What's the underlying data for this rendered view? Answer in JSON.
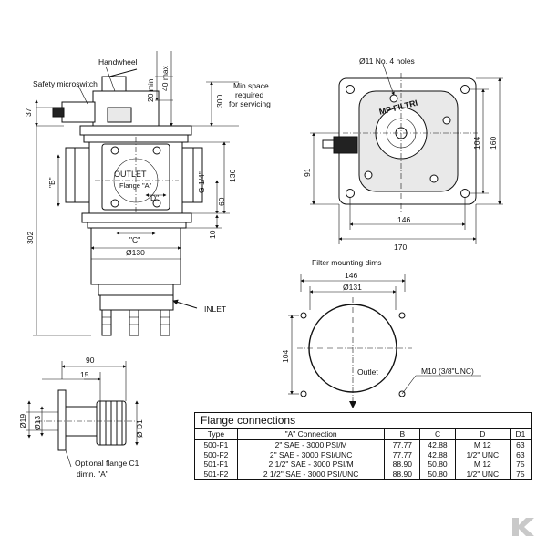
{
  "labels": {
    "handwheel": "Handwheel",
    "safety_microswitch": "Safety microswitch",
    "min_space": [
      "Min space",
      "required",
      "for servicing"
    ],
    "outlet": "OUTLET",
    "flange_a": "Flange \"A\"",
    "inlet": "INLET",
    "filter_mounting_dims": "Filter mounting dims",
    "outlet_small": "Outlet",
    "holes": "Ø11 No. 4 holes",
    "m10": "M10  (3/8\"UNC)",
    "optional_flange": [
      "Optional flange C1",
      "dimn. \"A\""
    ]
  },
  "dims": {
    "d37": "37",
    "d20min": "20 min",
    "d40max": "40 max",
    "d300": "300",
    "d302": "302",
    "B": "\"B\"",
    "C": "\"C\"",
    "D": "\"D\"",
    "d136": "136",
    "g14": "G 1/4\"",
    "d60": "60",
    "d10": "10",
    "d130": "Ø130",
    "d104a": "104",
    "d160": "160",
    "d91": "91",
    "d146a": "146",
    "d170": "170",
    "d146b": "146",
    "d131": "Ø131",
    "d104b": "104",
    "d90": "90",
    "d15": "15",
    "d19": "Ø19",
    "d13": "Ø13",
    "dD1": "Ø D1"
  },
  "flange_table": {
    "title": "Flange connections",
    "columns": [
      "Type",
      "\"A\"  Connection",
      "B",
      "C",
      "D",
      "D1"
    ],
    "rows": [
      [
        "500-F1",
        "2\" SAE - 3000 PSI/M",
        "77.77",
        "42.88",
        "M 12",
        "63"
      ],
      [
        "500-F2",
        "2\" SAE - 3000 PSI/UNC",
        "77.77",
        "42.88",
        "1/2\" UNC",
        "63"
      ],
      [
        "501-F1",
        "2 1/2\" SAE - 3000 PSI/M",
        "88.90",
        "50.80",
        "M 12",
        "75"
      ],
      [
        "501-F2",
        "2 1/2\" SAE - 3000 PSI/UNC",
        "88.90",
        "50.80",
        "1/2\" UNC",
        "75"
      ]
    ]
  },
  "logo": {
    "icon": "k-logo-icon",
    "color": "#c9c9c9"
  },
  "colors": {
    "line": "#111111",
    "background": "#ffffff"
  }
}
